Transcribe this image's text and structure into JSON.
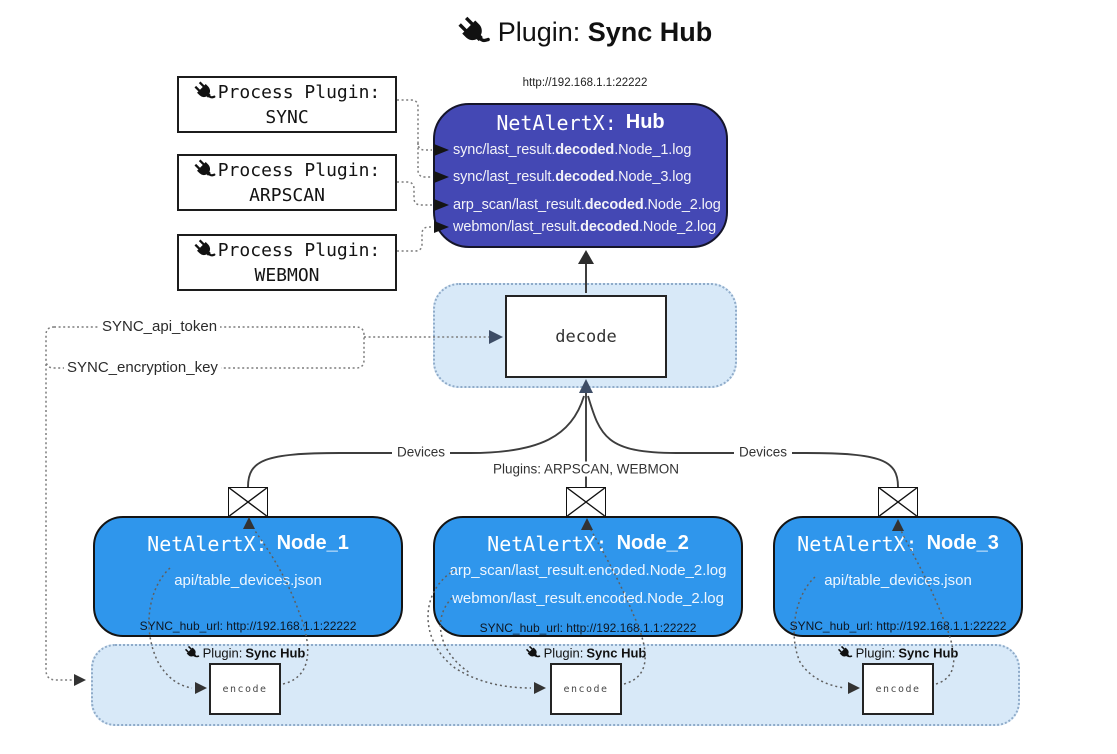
{
  "title": {
    "prefix": "Plugin:",
    "name": "Sync Hub"
  },
  "process_plugins": [
    {
      "label": "Process Plugin:",
      "name": "SYNC"
    },
    {
      "label": "Process Plugin:",
      "name": "ARPSCAN"
    },
    {
      "label": "Process Plugin:",
      "name": "WEBMON"
    }
  ],
  "hub": {
    "url": "http://192.168.1.1:22222",
    "title_prefix": "NetAlertX:",
    "title_name": "Hub",
    "logs": [
      {
        "pre": "sync/last_result.",
        "bold": "decoded",
        "post": ".Node_1.log"
      },
      {
        "pre": "sync/last_result.",
        "bold": "decoded",
        "post": ".Node_3.log"
      },
      {
        "pre": "arp_scan/last_result.",
        "bold": "decoded",
        "post": ".Node_2.log"
      },
      {
        "pre": "webmon/last_result.",
        "bold": "decoded",
        "post": ".Node_2.log"
      }
    ]
  },
  "decode": {
    "label": "decode"
  },
  "secrets": {
    "api_token": "SYNC_api_token",
    "encryption_key": "SYNC_encryption_key"
  },
  "edges": {
    "devices_left": "Devices",
    "devices_right": "Devices",
    "plugins_label": "Plugins: ARPSCAN, WEBMON"
  },
  "nodes": [
    {
      "title_prefix": "NetAlertX:",
      "title_name": "Node_1",
      "lines": [
        "api/table_devices.json"
      ],
      "hub_url": "SYNC_hub_url: http://192.168.1.1:22222"
    },
    {
      "title_prefix": "NetAlertX:",
      "title_name": "Node_2",
      "lines": [
        "arp_scan/last_result.encoded.Node_2.log",
        "webmon/last_result.encoded.Node_2.log"
      ],
      "hub_url": "SYNC_hub_url: http://192.168.1.1:22222"
    },
    {
      "title_prefix": "NetAlertX:",
      "title_name": "Node_3",
      "lines": [
        "api/table_devices.json"
      ],
      "hub_url": "SYNC_hub_url: http://192.168.1.1:22222"
    }
  ],
  "encoders": [
    {
      "plugin_prefix": "Plugin:",
      "plugin_name": "Sync Hub",
      "label": "encode"
    },
    {
      "plugin_prefix": "Plugin:",
      "plugin_name": "Sync Hub",
      "label": "encode"
    },
    {
      "plugin_prefix": "Plugin:",
      "plugin_name": "Sync Hub",
      "label": "encode"
    }
  ],
  "colors": {
    "hub_fill": "#4448b4",
    "node_fill": "#2f96ec",
    "band_fill": "#d8e9f8",
    "box_border": "#1a1a1a",
    "arrow_accent": "#3e4d66"
  }
}
